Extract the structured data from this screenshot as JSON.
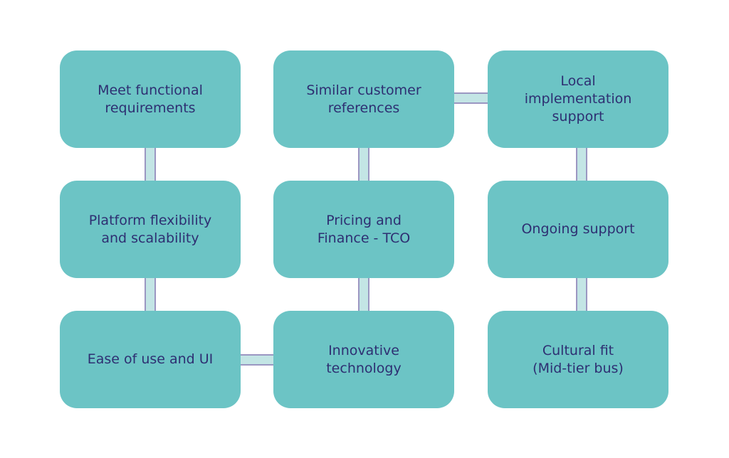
{
  "colors": {
    "box_fill": "#6cc4c5",
    "box_text": "#2e2f72",
    "connector_fill": "#c3e5e5",
    "connector_edge": "#9b97c2",
    "background": "#ffffff"
  },
  "boxes": [
    {
      "text": "Meet functional requirements"
    },
    {
      "text": "Similar customer references"
    },
    {
      "text": "Local implementation support"
    },
    {
      "text": "Platform flexibility and scalability"
    },
    {
      "text": "Pricing and Finance - TCO"
    },
    {
      "text": "Ongoing support"
    },
    {
      "text": "Ease of use and UI"
    },
    {
      "text": "Innovative technology"
    },
    {
      "text": "Cultural fit (Mid-tier bus)"
    }
  ],
  "connections": [
    {
      "from": 0,
      "to": 3
    },
    {
      "from": 3,
      "to": 6
    },
    {
      "from": 6,
      "to": 7
    },
    {
      "from": 7,
      "to": 4
    },
    {
      "from": 4,
      "to": 1
    },
    {
      "from": 1,
      "to": 2
    },
    {
      "from": 2,
      "to": 5
    },
    {
      "from": 5,
      "to": 8
    }
  ]
}
